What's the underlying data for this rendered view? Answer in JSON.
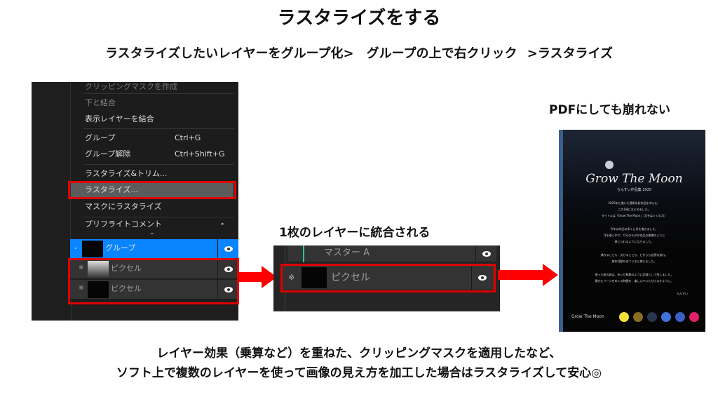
{
  "title": "ラスタライズをする",
  "subtitle": "ラスタライズしたいレイヤーをグループ化>　グループの上で右クリック >ラスタライズ",
  "menu": {
    "items": [
      {
        "label": "クリッピングマスクを作成"
      },
      {
        "label": "下と結合"
      },
      {
        "label": "表示レイヤーを結合"
      },
      {
        "label": "グループ",
        "shortcut": "Ctrl+G"
      },
      {
        "label": "グループ解除",
        "shortcut": "Ctrl+Shift+G"
      },
      {
        "label": "ラスタライズ&トリム..."
      },
      {
        "label": "ラスタライズ..."
      },
      {
        "label": "マスクにラスタライズ"
      },
      {
        "label": "プリフライトコメント"
      }
    ]
  },
  "layers_before": [
    {
      "name": "グループ"
    },
    {
      "name": "ピクセル"
    },
    {
      "name": "ピクセル"
    }
  ],
  "middle_label": "1枚のレイヤーに統合される",
  "layers_after": [
    {
      "name": "マスター A"
    },
    {
      "name": "ピクセル"
    }
  ],
  "right_label": "PDFにしても崩れない",
  "pdf": {
    "title": "Grow The Moon",
    "subtitle": "らんすい作品集 2025",
    "lines": [
      "2025年に描いた透明水彩作品を中心に、",
      "この1冊にまとめました。",
      "タイトルは「Grow The Moon」（月をはぐくむ月）",
      "今年は作品の多くに月を描きました。",
      "月を描く中で、月そのものが作品の象徴のように",
      "感じられるようになりました。",
      "満ちることも、欠けることも、どちらも自然な流れ。",
      "創作活動も似ていると感じました。",
      "使った絵の具は、歩いた軌跡のように記録として残しました。",
      "静かにページをめくる時間を、楽しんでいただけますように。"
    ],
    "signature": "らんすい",
    "footer": "Grow The Moon",
    "dot_colors": [
      "#f2e23a",
      "#8a6d1e",
      "#2a3550",
      "#3d74d6",
      "#3b5fc4",
      "#e0206a"
    ]
  },
  "bottom": {
    "line1": "レイヤー効果（乗算など）を重ねた、クリッピングマスクを適用したなど、",
    "line2": "ソフト上で複数のレイヤーを使って画像の見え方を加工した場合はラスタライズして安心◎"
  },
  "colors": {
    "accent": "#ff0000",
    "selected": "#0a84ff"
  }
}
